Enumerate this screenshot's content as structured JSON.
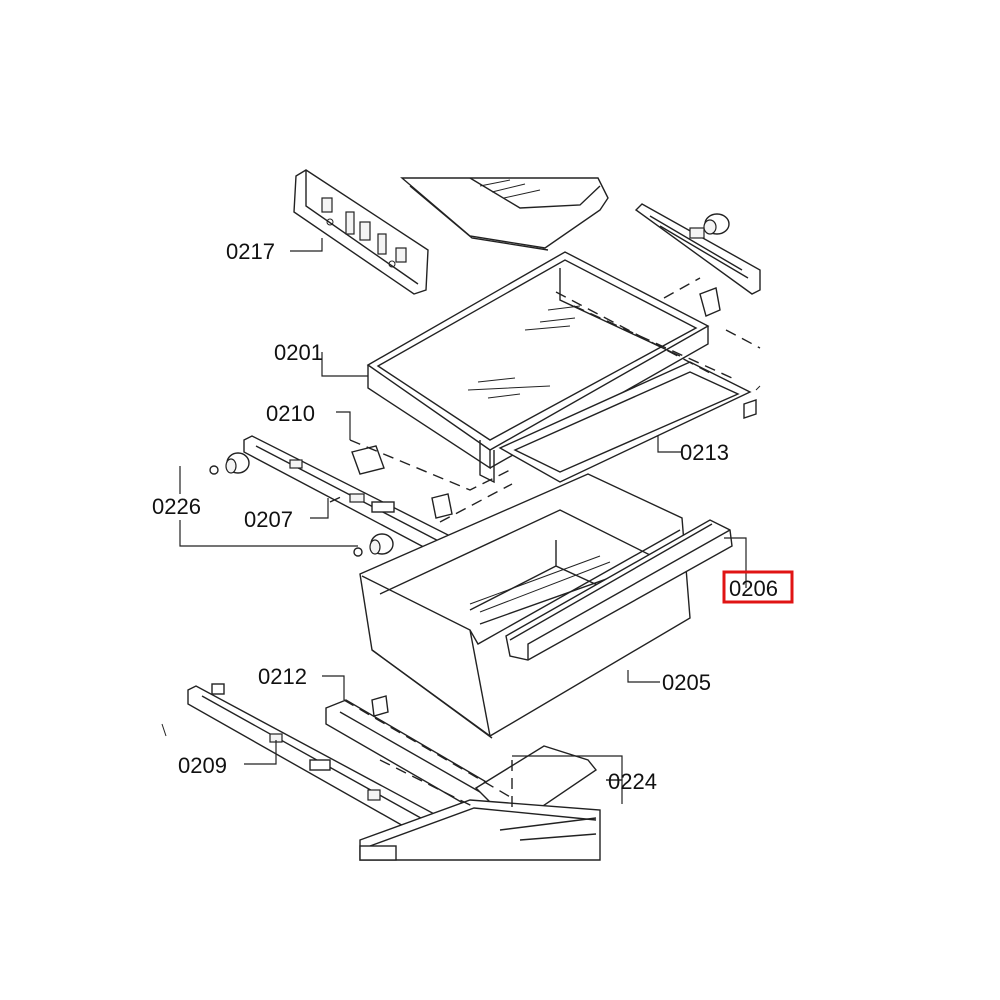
{
  "diagram": {
    "highlight_color": "#e01414",
    "highlighted_part": "0206",
    "labels": {
      "p0217": "0217",
      "p0201": "0201",
      "p0210": "0210",
      "p0226": "0226",
      "p0207": "0207",
      "p0213": "0213",
      "p0206": "0206",
      "p0212": "0212",
      "p0205": "0205",
      "p0209": "0209",
      "p0224": "0224"
    }
  }
}
